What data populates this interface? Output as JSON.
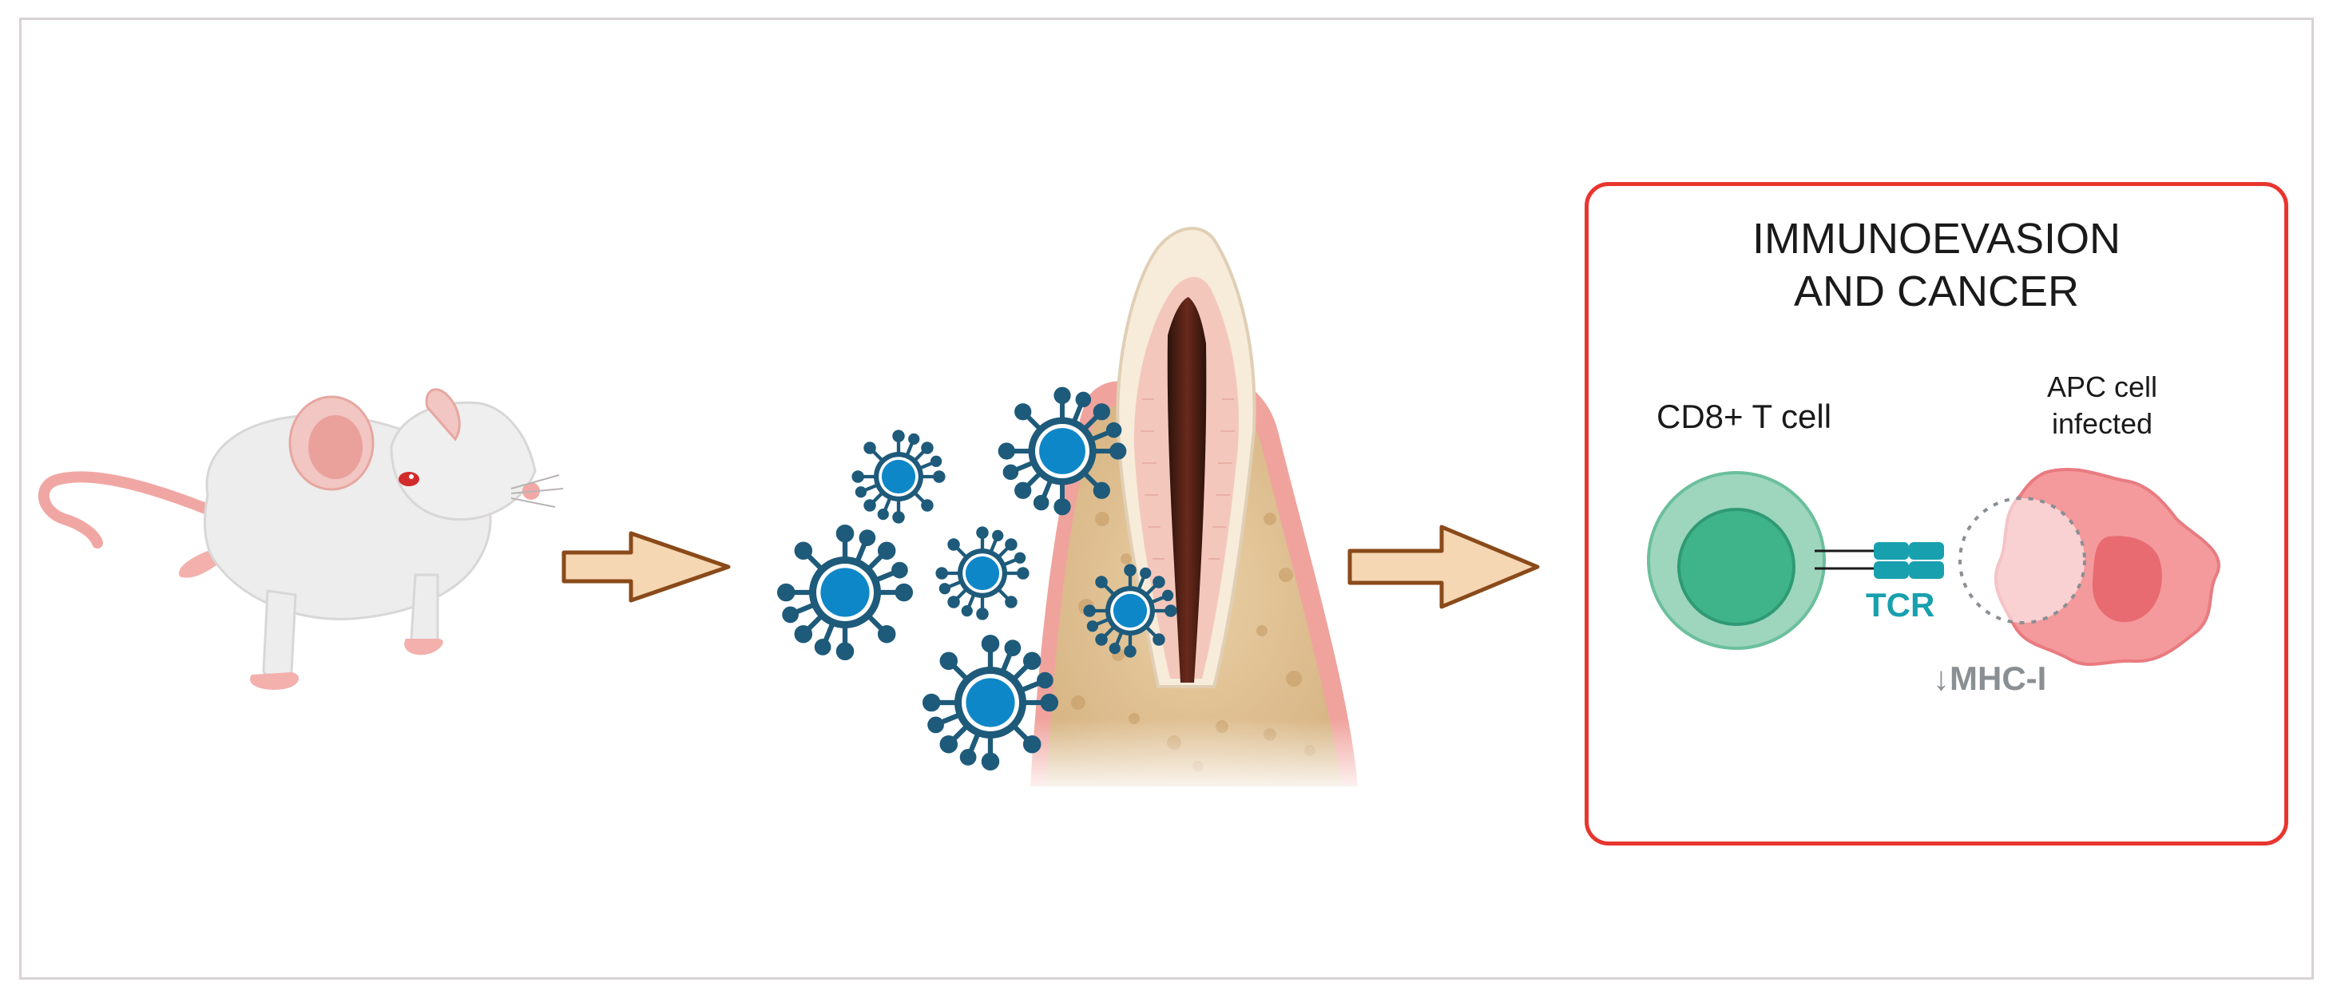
{
  "panel": {
    "title_line1": "IMMUNOEVASION",
    "title_line2": "AND CANCER",
    "t_cell_label": "CD8+ T cell",
    "apc_label_line1": "APC cell",
    "apc_label_line2": "infected",
    "tcr_label": "TCR",
    "mhc_label": "↓MHC-I"
  },
  "colors": {
    "panel_border": "#e8352e",
    "virus": "#0e87c8",
    "virus_dark": "#1e5a7a",
    "t_cell": "#3fb38a",
    "apc_cell": "#f08a8f",
    "tcr": "#18a0ae",
    "arrow_fill": "#f6d7b3",
    "arrow_stroke": "#8a4a1a"
  },
  "icons": [
    "mouse-icon",
    "virus-icon",
    "tooth-icon",
    "t-cell-icon",
    "apc-cell-icon"
  ]
}
